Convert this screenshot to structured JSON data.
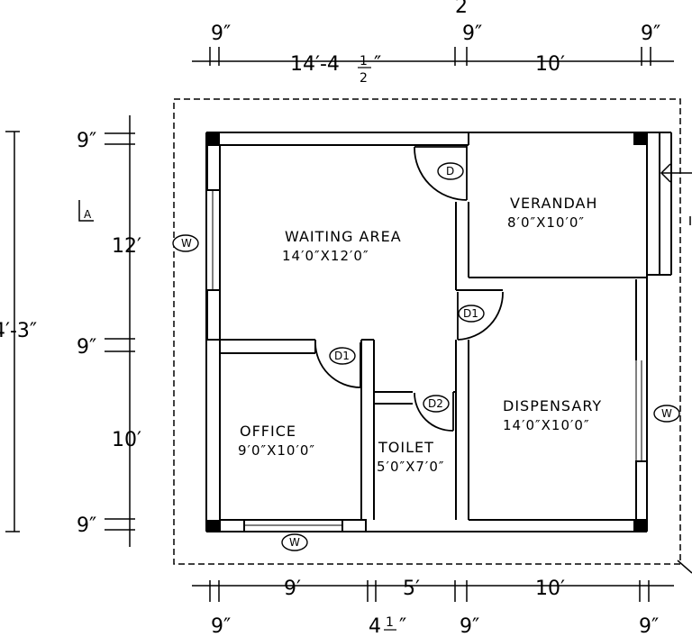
{
  "top_dimensions": {
    "overall_partial": "2",
    "wall_a": "9″",
    "span_a": "14′-4",
    "frac_num": "1",
    "frac_den": "2",
    "span_a_inch": "″",
    "wall_b": "9″",
    "span_b": "10′",
    "wall_c": "9″"
  },
  "left_dimensions": {
    "overall_partial": "4′-3″",
    "wall_1": "9″",
    "span_1": "12′",
    "wall_2": "9″",
    "span_2": "10′",
    "wall_3": "9″",
    "section_mark": "A"
  },
  "bottom_dimensions": {
    "span_1": "9′",
    "span_2": "5′",
    "span_3": "10′",
    "wall_1": "9″",
    "wall_2": "4",
    "frac": "1",
    "wall_2_inch": "″",
    "wall_3": "9″",
    "wall_4": "9″"
  },
  "rooms": [
    {
      "name": "WAITING AREA",
      "size": "14′0″X12′0″"
    },
    {
      "name": "VERANDAH",
      "size": "8′0″X10′0″"
    },
    {
      "name": "OFFICE",
      "size": "9′0″X10′0″"
    },
    {
      "name": "TOILET",
      "size": "5′0″X7′0″"
    },
    {
      "name": "DISPENSARY",
      "size": "14′0″X10′0″"
    }
  ],
  "tags": {
    "door_main": "D",
    "door_waiting": "D1",
    "door_office": "D1",
    "door_toilet": "D2",
    "window_left": "W",
    "window_right": "W",
    "window_bottom": "W"
  }
}
